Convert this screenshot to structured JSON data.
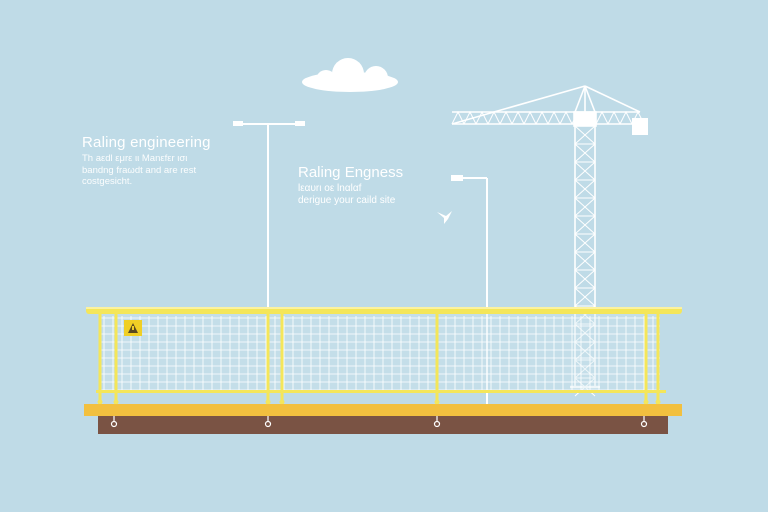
{
  "left_block": {
    "title": "Raling engineering",
    "subtitle_lines": [
      "Th aεdl εμrε ιι Μanεfεr ισι",
      "bandng fraωdt and are rest",
      "costgesicht."
    ]
  },
  "middle_block": {
    "title": "Raling Engness",
    "subtitle_lines": [
      "lεαυrι οε lnαlαf",
      "derigue your caild site"
    ]
  },
  "colors": {
    "sky": "#bfdbe7",
    "rail": "#f4e65a",
    "deck": "#f2c03f",
    "ground": "#7a5344",
    "structure": "#ffffff",
    "sign": "#f0cf25"
  },
  "icons": [
    "cloud-icon",
    "bird-icon",
    "warning-sign-icon",
    "tower-crane-icon",
    "street-lamp-icon"
  ]
}
